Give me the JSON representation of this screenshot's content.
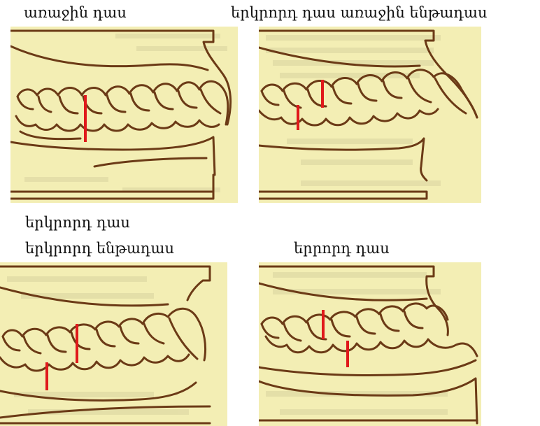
{
  "captions": {
    "top_left": "առաջին դաս",
    "top_right": "երկրորդ դաս առաջին ենթադաս",
    "bottom_left_line1": "երկրորդ դաս",
    "bottom_left_line2": "երկրորդ ենթադաս",
    "bottom_right": "երրորդ դաս"
  },
  "panels": [
    {
      "name": "class-1",
      "marker_offset": "aligned"
    },
    {
      "name": "class-2-division-1",
      "marker_offset": "upper-forward"
    },
    {
      "name": "class-2-division-2",
      "marker_offset": "upper-forward"
    },
    {
      "name": "class-3",
      "marker_offset": "lower-forward"
    }
  ],
  "colors": {
    "background": "#ffffff",
    "panel_fill": "#f3eeb4",
    "outline": "#6b3a16",
    "marker": "#e0191b",
    "blur_text": "#d7d2a0"
  }
}
